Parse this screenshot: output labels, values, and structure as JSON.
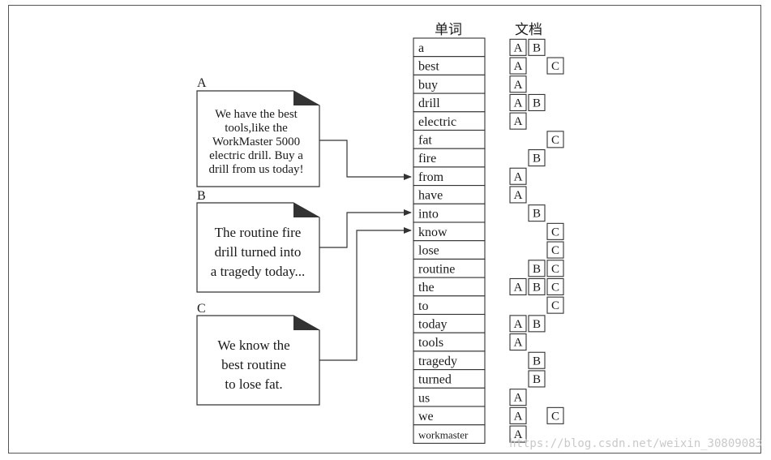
{
  "headers": {
    "words": "单词",
    "docs": "文档"
  },
  "documents": [
    {
      "label": "A",
      "lines": [
        "We have the best",
        "tools,like the",
        "WorkMaster 5000",
        "electric drill. Buy a",
        "drill from us today!"
      ]
    },
    {
      "label": "B",
      "lines": [
        "The routine fire",
        "drill turned into",
        "a tragedy today..."
      ]
    },
    {
      "label": "C",
      "lines": [
        "We know the",
        "best routine",
        "to lose fat."
      ]
    }
  ],
  "index": [
    {
      "word": "a",
      "docs": [
        "A",
        "B"
      ]
    },
    {
      "word": "best",
      "docs": [
        "A",
        "C"
      ]
    },
    {
      "word": "buy",
      "docs": [
        "A"
      ]
    },
    {
      "word": "drill",
      "docs": [
        "A",
        "B"
      ]
    },
    {
      "word": "electric",
      "docs": [
        "A"
      ]
    },
    {
      "word": "fat",
      "docs": [
        "C"
      ]
    },
    {
      "word": "fire",
      "docs": [
        "B"
      ]
    },
    {
      "word": "from",
      "docs": [
        "A"
      ]
    },
    {
      "word": "have",
      "docs": [
        "A"
      ]
    },
    {
      "word": "into",
      "docs": [
        "B"
      ]
    },
    {
      "word": "know",
      "docs": [
        "C"
      ]
    },
    {
      "word": "lose",
      "docs": [
        "C"
      ]
    },
    {
      "word": "routine",
      "docs": [
        "B",
        "C"
      ]
    },
    {
      "word": "the",
      "docs": [
        "A",
        "B",
        "C"
      ]
    },
    {
      "word": "to",
      "docs": [
        "C"
      ]
    },
    {
      "word": "today",
      "docs": [
        "A",
        "B"
      ]
    },
    {
      "word": "tools",
      "docs": [
        "A"
      ]
    },
    {
      "word": "tragedy",
      "docs": [
        "B"
      ]
    },
    {
      "word": "turned",
      "docs": [
        "B"
      ]
    },
    {
      "word": "us",
      "docs": [
        "A"
      ]
    },
    {
      "word": "we",
      "docs": [
        "A",
        "C"
      ]
    },
    {
      "word": "workmaster",
      "docs": [
        "A"
      ]
    }
  ],
  "arrows": [
    {
      "from": "A",
      "to": "from"
    },
    {
      "from": "B",
      "to": "into"
    },
    {
      "from": "C",
      "to": "know"
    }
  ],
  "watermark": "https://blog.csdn.net/weixin_30809083"
}
